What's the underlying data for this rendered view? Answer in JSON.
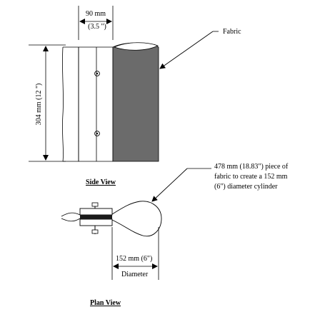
{
  "labels": {
    "width_mm": "90 mm",
    "width_in": "(3.5 \")",
    "fabric": "Fabric",
    "height": "304 mm (12 \")",
    "piece_line1": "478 mm (18.83\") piece of",
    "piece_line2": "fabric to create a 152 mm",
    "piece_line3": "(6\") diameter cylinder",
    "diameter_value": "152 mm (6\")",
    "diameter": "Diameter",
    "side_view": "Side View",
    "plan_view": "Plan View"
  },
  "colors": {
    "fabric_fill": "#6b6b6b",
    "line": "#000000",
    "background": "#ffffff"
  }
}
